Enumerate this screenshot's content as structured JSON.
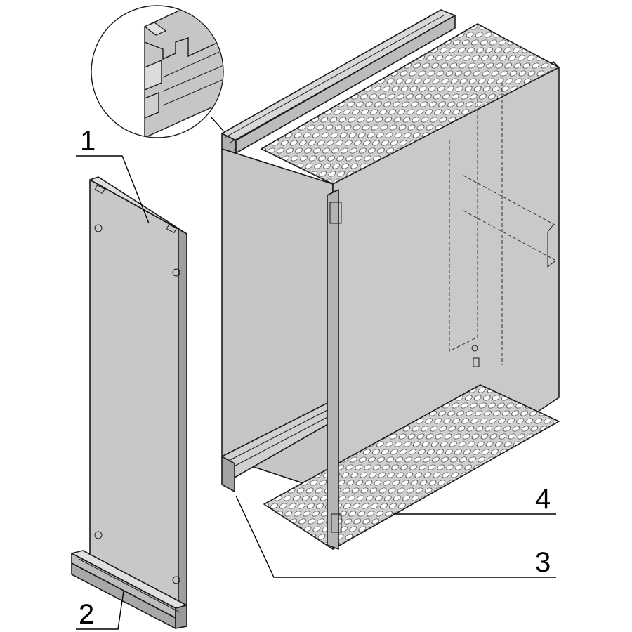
{
  "callouts": {
    "label_1": "1",
    "label_2": "2",
    "label_3": "3",
    "label_4": "4"
  },
  "colors": {
    "background": "#ffffff",
    "panel_face": "#c8c8c8",
    "panel_light": "#dcdcdc",
    "panel_dark": "#a9a9a9",
    "outline": "#1a1a1a"
  }
}
